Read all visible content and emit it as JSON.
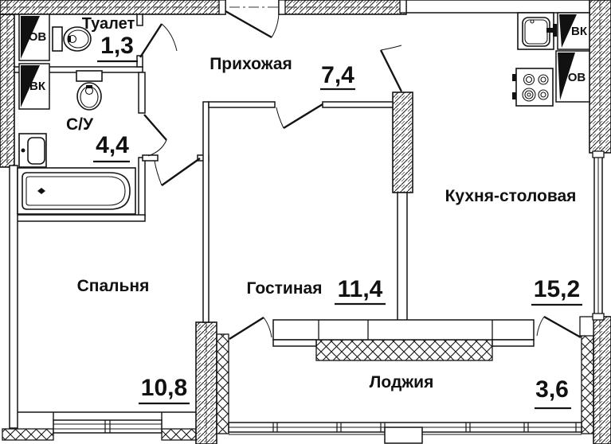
{
  "rooms": [
    {
      "id": "toilet",
      "name": "Туалет",
      "area": "1,3"
    },
    {
      "id": "hallway",
      "name": "Прихожая",
      "area": "7,4"
    },
    {
      "id": "bathroom",
      "name": "С/У",
      "area": "4,4"
    },
    {
      "id": "kitchen",
      "name": "Кухня-столовая",
      "area": "15,2"
    },
    {
      "id": "bedroom",
      "name": "Спальня",
      "area": "10,8"
    },
    {
      "id": "living",
      "name": "Гостиная",
      "area": "11,4"
    },
    {
      "id": "loggia",
      "name": "Лоджия",
      "area": "3,6"
    }
  ],
  "shafts": [
    {
      "id": "ov-left",
      "label": "ОВ"
    },
    {
      "id": "vk-left",
      "label": "ВК"
    },
    {
      "id": "vk-right",
      "label": "ВК"
    },
    {
      "id": "ov-right",
      "label": "ОВ"
    }
  ],
  "colors": {
    "line": "#141414",
    "background": "#ffffff"
  }
}
